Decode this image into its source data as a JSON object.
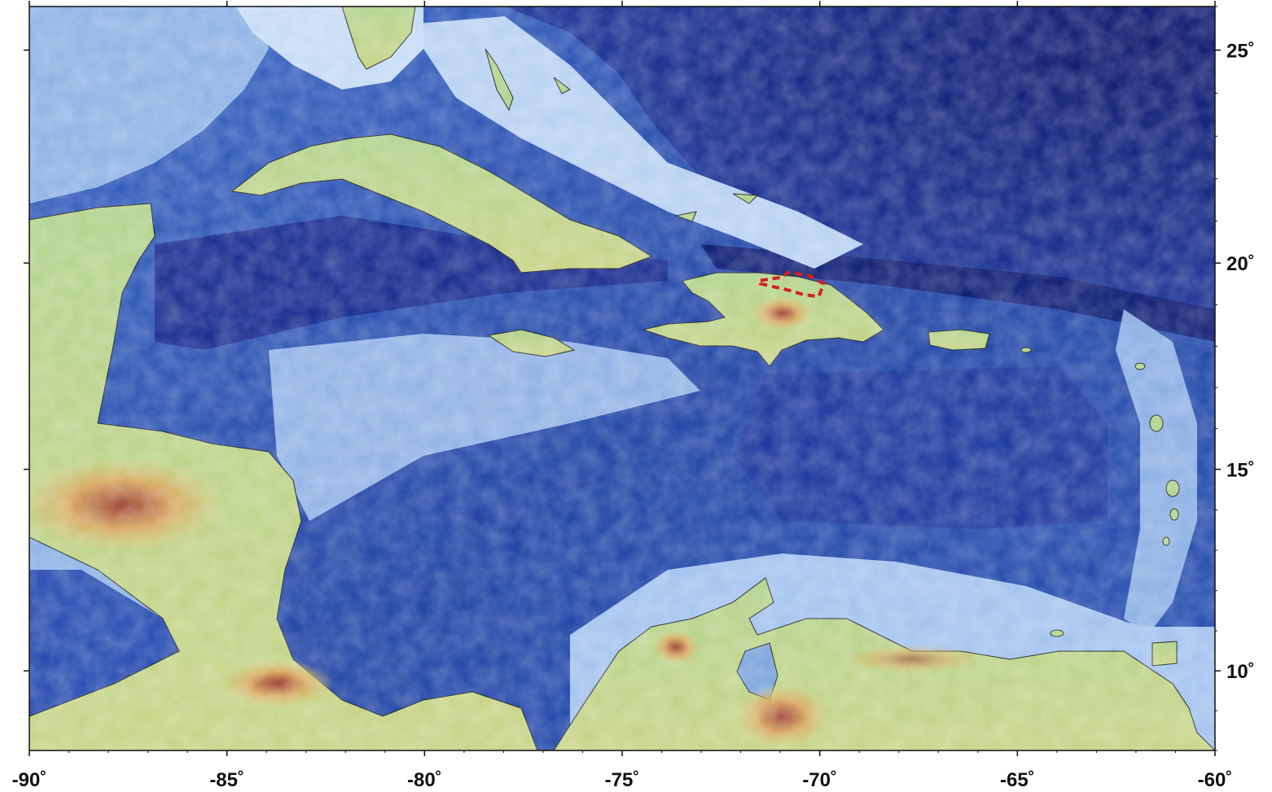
{
  "map": {
    "projection": "Mercator",
    "lon_range": [
      -90,
      -60
    ],
    "lat_range": [
      8,
      26
    ],
    "x_ticks": [
      {
        "value": -90,
        "label": "-90˚"
      },
      {
        "value": -85,
        "label": "-85˚"
      },
      {
        "value": -80,
        "label": "-80˚"
      },
      {
        "value": -75,
        "label": "-75˚"
      },
      {
        "value": -70,
        "label": "-70˚"
      },
      {
        "value": -65,
        "label": "-65˚"
      },
      {
        "value": -60,
        "label": "-60˚"
      }
    ],
    "y_ticks": [
      {
        "value": 25,
        "label": "25˚"
      },
      {
        "value": 20,
        "label": "20˚"
      },
      {
        "value": 15,
        "label": "15˚"
      },
      {
        "value": 10,
        "label": "10˚"
      }
    ],
    "highlight": {
      "description": "red dashed outline",
      "lon": [
        -71.5,
        -69.9
      ],
      "lat": [
        19.2,
        19.7
      ],
      "color": "#d42020"
    },
    "colors": {
      "deep_ocean": "#0d1f7a",
      "ocean": "#2f58b8",
      "shelf": "#a9c7ee",
      "land_low": "#a8cc8a",
      "land_high": "#e0c070",
      "mountain": "#a24a3a"
    }
  }
}
